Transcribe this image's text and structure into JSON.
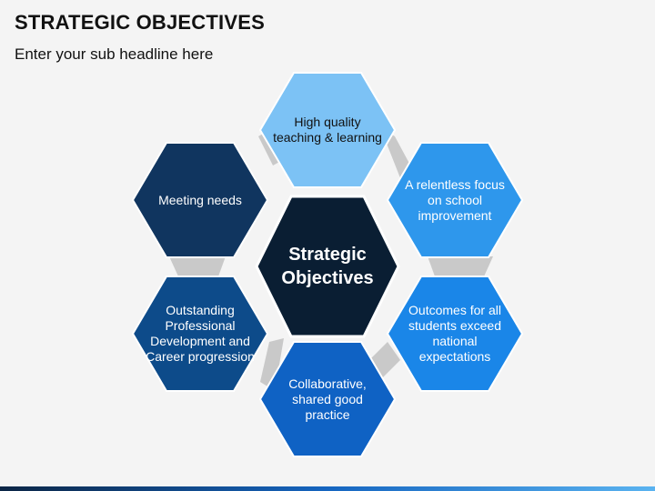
{
  "title": "STRATEGIC OBJECTIVES",
  "subtitle": "Enter your sub headline here",
  "center": {
    "label": "Strategic Objectives"
  },
  "hexes": [
    {
      "label": "High quality teaching & learning"
    },
    {
      "label": "A relentless focus on school improvement"
    },
    {
      "label": "Outcomes for all students exceed national expectations"
    },
    {
      "label": "Collaborative, shared good practice"
    },
    {
      "label": "Outstanding Professional Development and Career progression"
    },
    {
      "label": "Meeting needs"
    }
  ],
  "colors": {
    "center": "#0a1e33",
    "top": "#7cc2f5",
    "upper_right": "#2e97ec",
    "lower_right": "#1a86e8",
    "bottom": "#0f62c4",
    "lower_left": "#0d4b8a",
    "upper_left": "#10355f",
    "connector": "#c9c9c9"
  }
}
